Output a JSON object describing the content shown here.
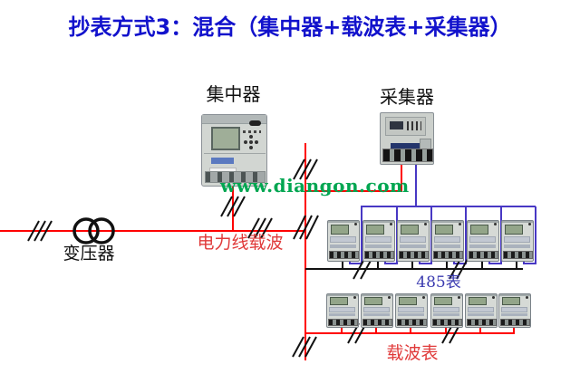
{
  "title": "抄表方式3：混合（集中器+载波表+采集器）",
  "labels": {
    "concentrator": "集中器",
    "collector": "采集器",
    "transformer": "变压器",
    "power_line_carrier": "电力线载波",
    "rs485_meters": "485表",
    "carrier_meters": "载波表"
  },
  "watermark": "www.diangon.com",
  "meter_rows": {
    "rs485": {
      "count": 6
    },
    "carrier": {
      "count": 6
    }
  },
  "colors": {
    "title_blue": "#1212cc",
    "power_line_red": "#ff0000",
    "rs485_bus_blue": "#4838c4",
    "signal_bus_black": "#111111",
    "annotation_red": "#e03a3a",
    "annotation_blue": "#3b3bb0",
    "watermark_green": "#00a651"
  }
}
